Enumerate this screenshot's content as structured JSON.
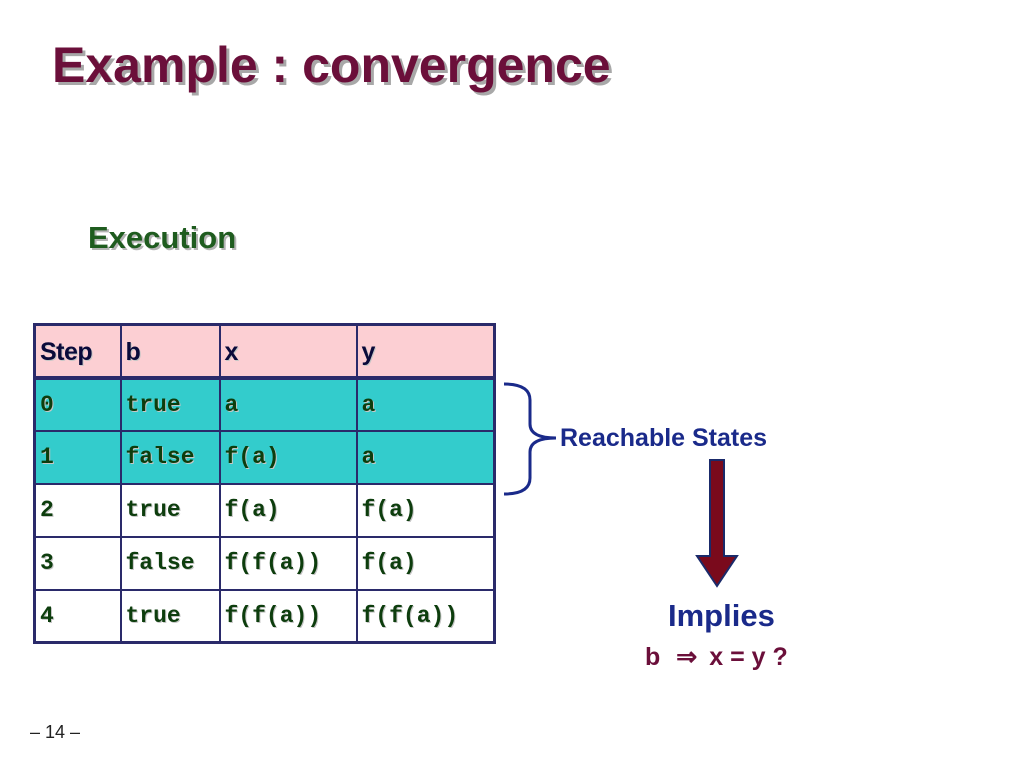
{
  "slide": {
    "title": "Example : convergence",
    "subtitle": "Execution",
    "page_number": "– 14 –"
  },
  "table": {
    "headers": [
      "Step",
      "b",
      "x",
      "y"
    ],
    "rows": [
      [
        "0",
        "true",
        "a",
        "a"
      ],
      [
        "1",
        "false",
        "f(a)",
        "a"
      ],
      [
        "2",
        "true",
        "f(a)",
        "f(a)"
      ],
      [
        "3",
        "false",
        "f(f(a))",
        "f(a)"
      ],
      [
        "4",
        "true",
        "f(f(a))",
        "f(f(a))"
      ]
    ],
    "highlight_color": "#33cccc",
    "header_color": "#fccfd3"
  },
  "annotation": {
    "reachable_label": "Reachable States",
    "implies_label": "Implies",
    "formula_left": "b",
    "formula_op": "⇒",
    "formula_right": "x = y ?"
  },
  "colors": {
    "title": "#6b0f3a",
    "subtitle": "#1f5c1f",
    "annotation": "#1a2a8a",
    "arrow": "#7a0a1c"
  },
  "icons": {
    "brace": "right-curly-brace-icon",
    "arrow": "down-arrow-icon"
  }
}
